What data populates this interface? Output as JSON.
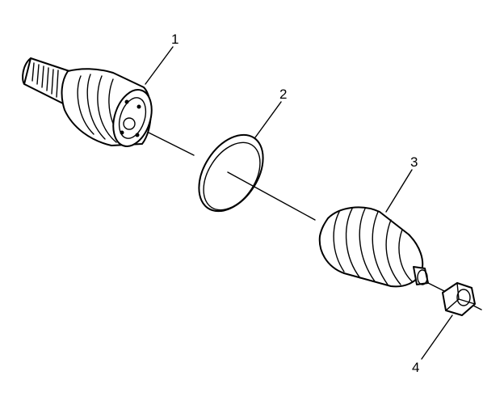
{
  "callouts": [
    {
      "id": "1",
      "text": "1"
    },
    {
      "id": "2",
      "text": "2"
    },
    {
      "id": "3",
      "text": "3"
    },
    {
      "id": "4",
      "text": "4"
    }
  ],
  "colors": {
    "ink": "#000000",
    "background": "#ffffff"
  }
}
